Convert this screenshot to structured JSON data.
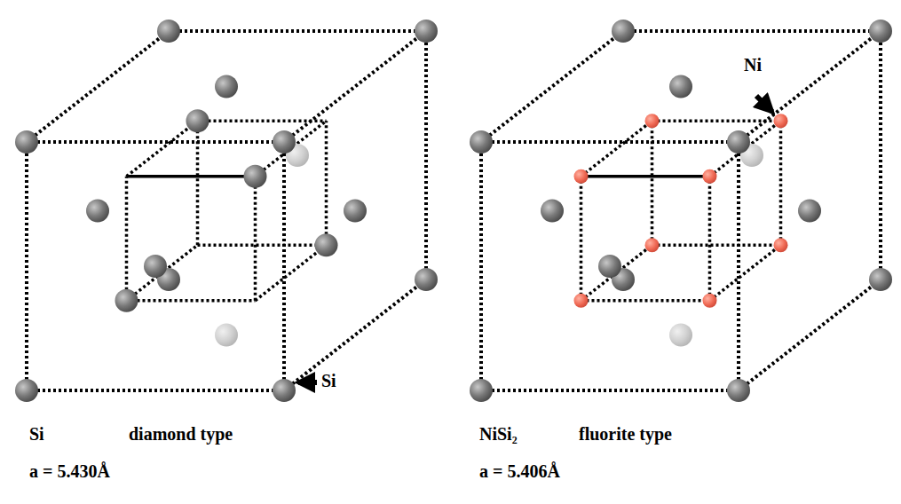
{
  "diagram": {
    "labels": [
      "Ni",
      "Si",
      "Si",
      "diamond type",
      "NiSi₂",
      "fluorite type",
      "a = 5.430Å",
      "a = 5.406Å"
    ]
  }
}
